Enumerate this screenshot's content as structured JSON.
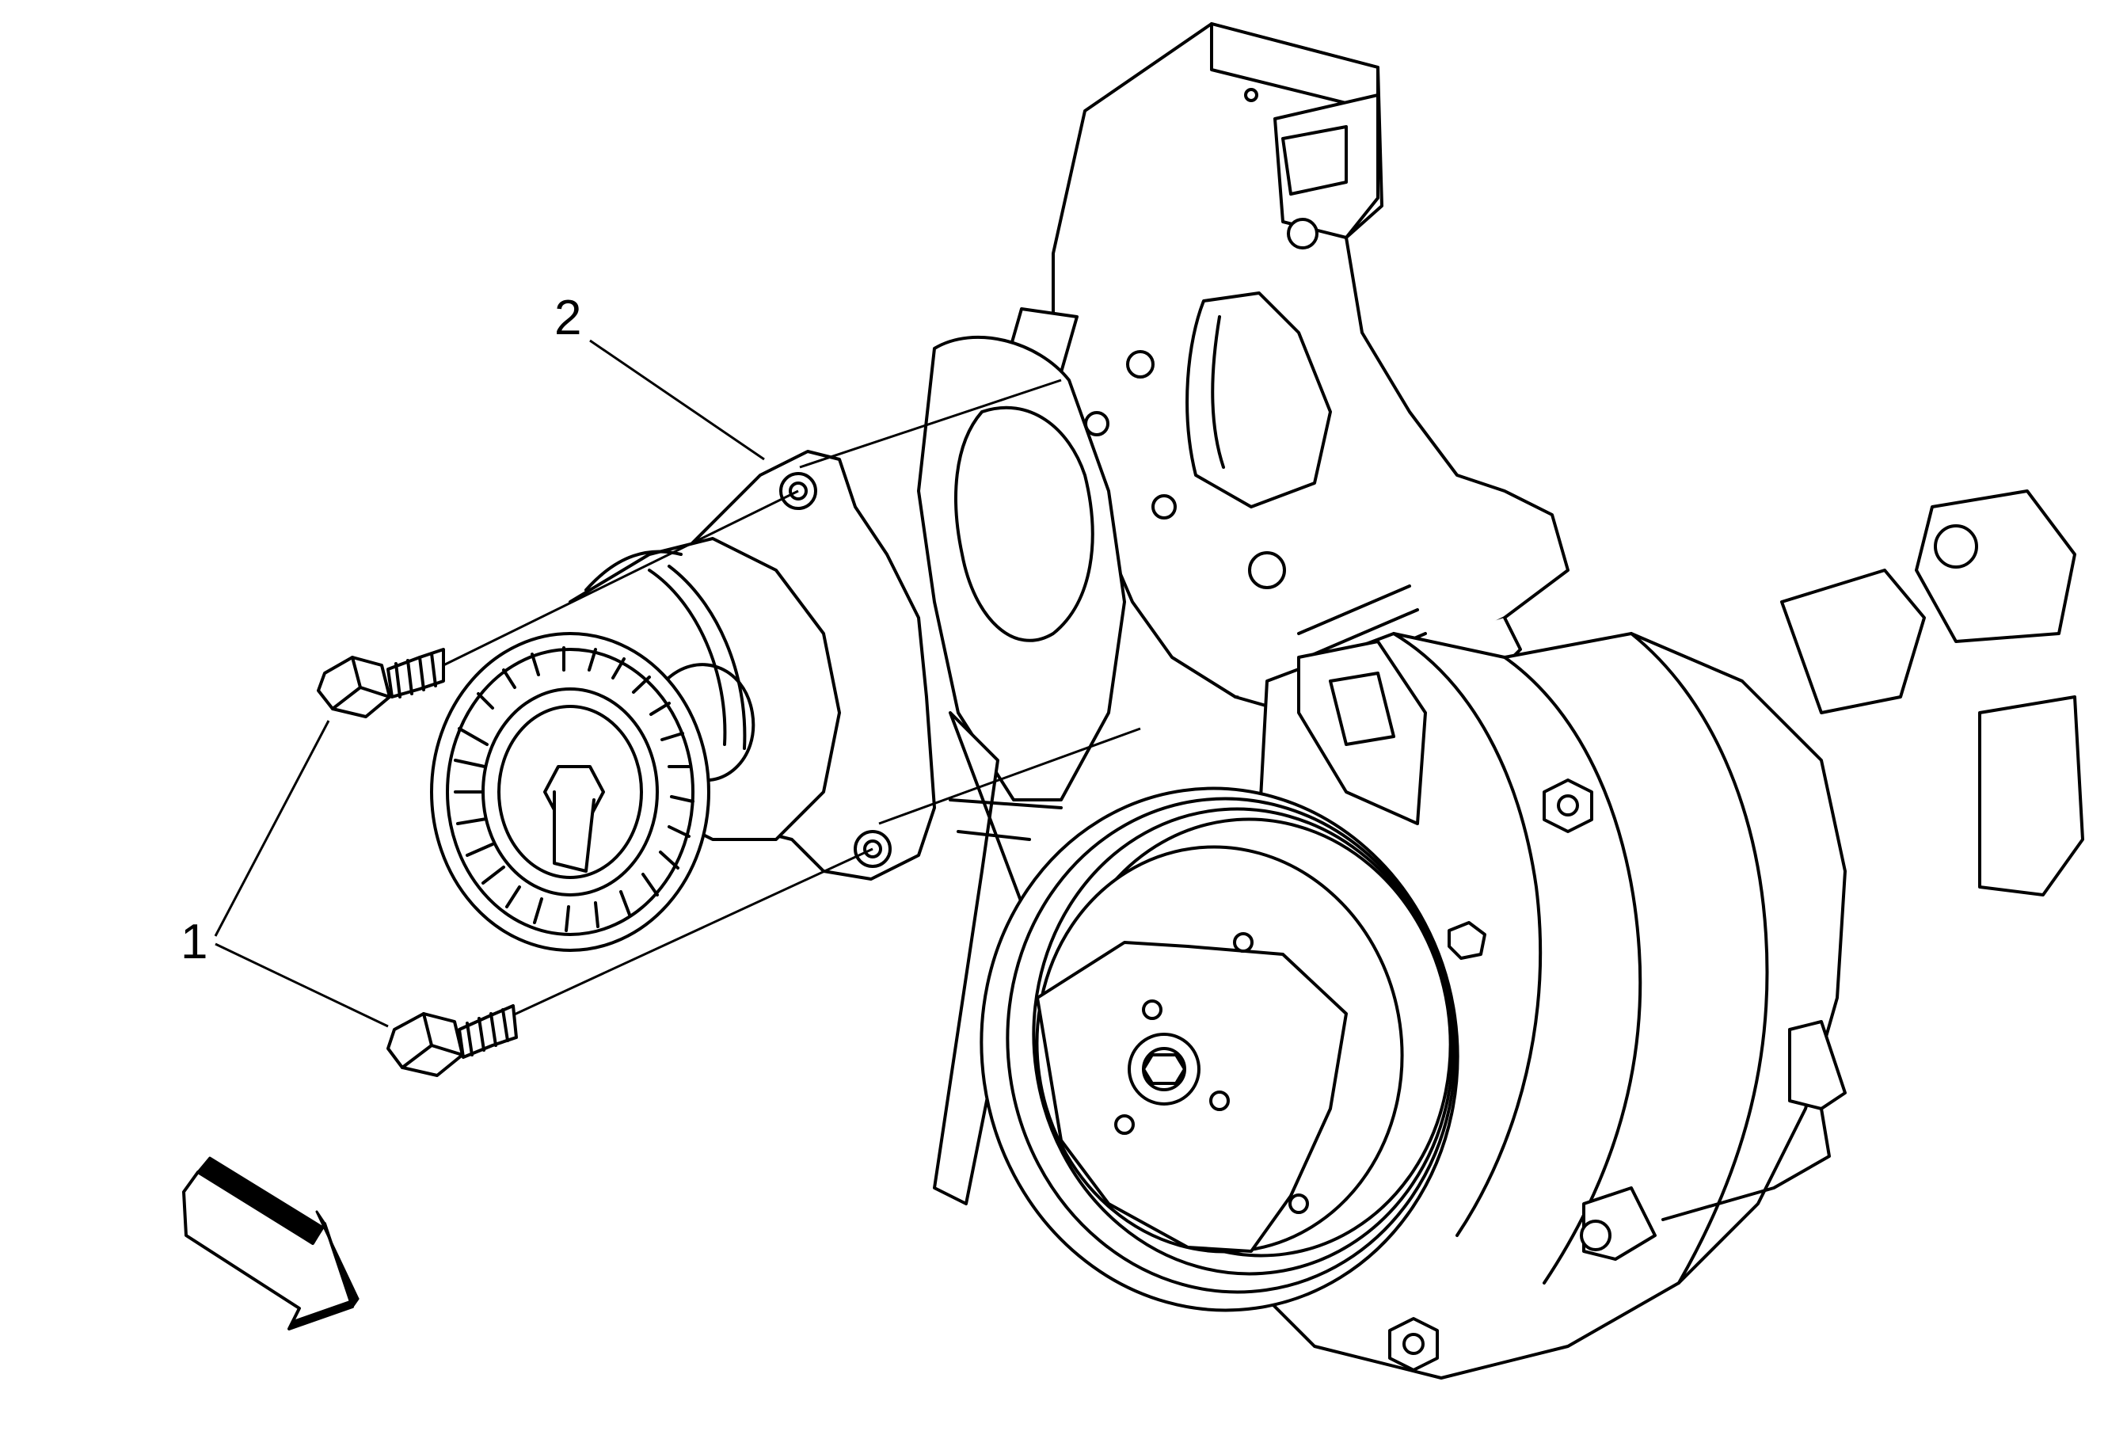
{
  "diagram": {
    "callouts": [
      {
        "id": "1",
        "label": "1",
        "refers_to": "tensioner-bolts"
      },
      {
        "id": "2",
        "label": "2",
        "refers_to": "belt-tensioner"
      }
    ],
    "line_color": "#000000",
    "background_color": "#ffffff"
  }
}
